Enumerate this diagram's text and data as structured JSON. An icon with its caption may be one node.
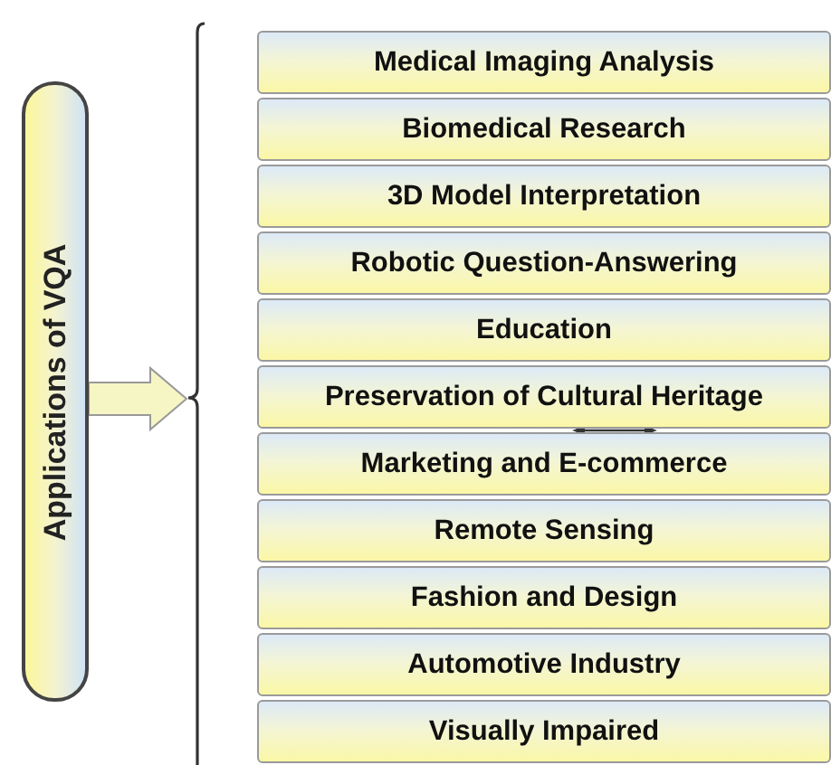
{
  "diagram": {
    "nodes": [
      {
        "text": [
          "Applications of VQA"
        ]
      },
      {
        "text": [],
        "shape": "brace"
      },
      {
        "text": [
          "Medical Imaging Analysis"
        ]
      },
      {
        "text": [
          "Biomedical Research"
        ]
      },
      {
        "text": [
          "3D Model Interpretation"
        ]
      },
      {
        "text": [
          "Robotic Question-Answering"
        ]
      },
      {
        "text": [
          "Education"
        ]
      },
      {
        "text": [
          "Preservation of Cultural Heritage"
        ]
      },
      {
        "text": [
          "Marketing and E-commerce"
        ]
      },
      {
        "text": [
          "Remote Sensing"
        ]
      },
      {
        "text": [
          "Fashion and Design"
        ]
      },
      {
        "text": [
          "Automotive Industry"
        ]
      },
      {
        "text": [
          "Visually Impaired"
        ]
      }
    ],
    "edges": [
      {
        "from": 0,
        "to": 1,
        "arrow": "to",
        "style": "thick"
      }
    ]
  }
}
